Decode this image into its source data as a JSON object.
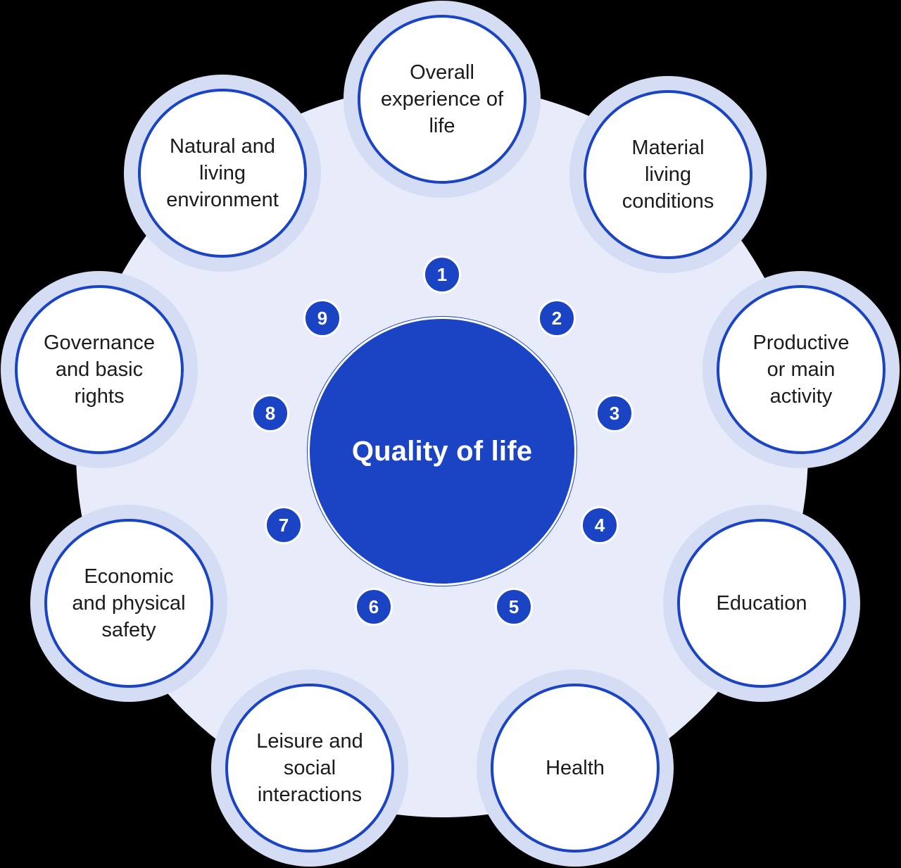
{
  "colors": {
    "background": "#000000",
    "disc": "#e8ecfa",
    "ring": "#d5ddf5",
    "accent": "#1a44c4",
    "bubble_fill": "#ffffff"
  },
  "hub": {
    "title": "Quality of life"
  },
  "domains": [
    {
      "number": "1",
      "label": "Overall\nexperience of\nlife"
    },
    {
      "number": "2",
      "label": "Material\nliving\nconditions"
    },
    {
      "number": "3",
      "label": "Productive\nor main\nactivity"
    },
    {
      "number": "4",
      "label": "Education"
    },
    {
      "number": "5",
      "label": "Health"
    },
    {
      "number": "6",
      "label": "Leisure and\nsocial\ninteractions"
    },
    {
      "number": "7",
      "label": "Economic\nand physical\nsafety"
    },
    {
      "number": "8",
      "label": "Governance\nand basic\nrights"
    },
    {
      "number": "9",
      "label": "Natural and\nliving\nenvironment"
    }
  ]
}
